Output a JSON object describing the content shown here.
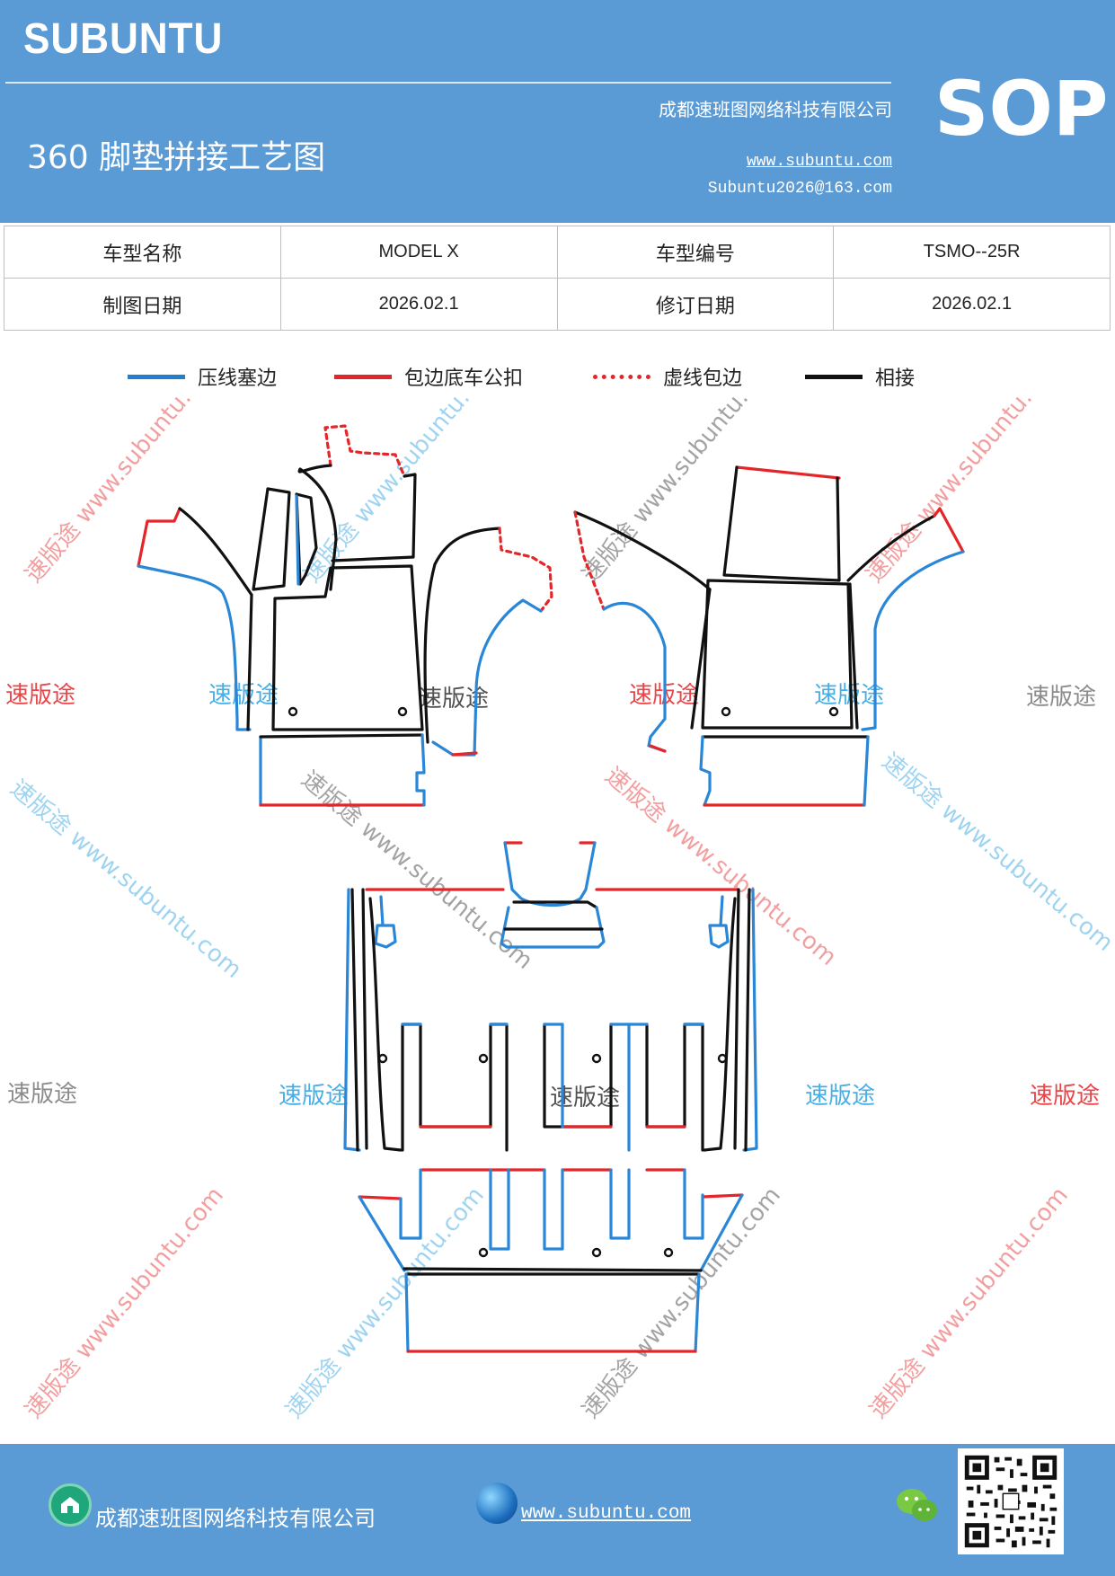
{
  "header": {
    "logo": "SUBUNTU",
    "title": "360 脚垫拼接工艺图",
    "company": "成都速班图网络科技有限公司",
    "website": "www.subuntu.com",
    "email": "Subuntu2026@163.com",
    "mark": "SOP"
  },
  "info": {
    "model_name_label": "车型名称",
    "model_name_value": "MODEL X",
    "model_code_label": "车型编号",
    "model_code_value": "TSMO--25R",
    "draw_date_label": "制图日期",
    "draw_date_value": "2026.02.1",
    "revise_date_label": "修订日期",
    "revise_date_value": "2026.02.1"
  },
  "legend": [
    {
      "label": "压线塞边",
      "color": "#1f7fd0",
      "style": "solid"
    },
    {
      "label": "包边底车公扣",
      "color": "#e4262a",
      "style": "solid"
    },
    {
      "label": "虚线包边",
      "color": "#e4262a",
      "style": "dotted"
    },
    {
      "label": "相接",
      "color": "#111111",
      "style": "solid"
    }
  ],
  "colors": {
    "blue": "#2a86d6",
    "red": "#e4262a",
    "black": "#111111",
    "header_bg": "#5b9bd5"
  },
  "watermark": {
    "brand": "速版途",
    "url": "www.subuntu.com"
  },
  "footer": {
    "company": "成都速班图网络科技有限公司",
    "url": "www.subuntu.com",
    "icons": [
      "home-icon",
      "globe-icon",
      "wechat-icon",
      "qr-code"
    ]
  }
}
